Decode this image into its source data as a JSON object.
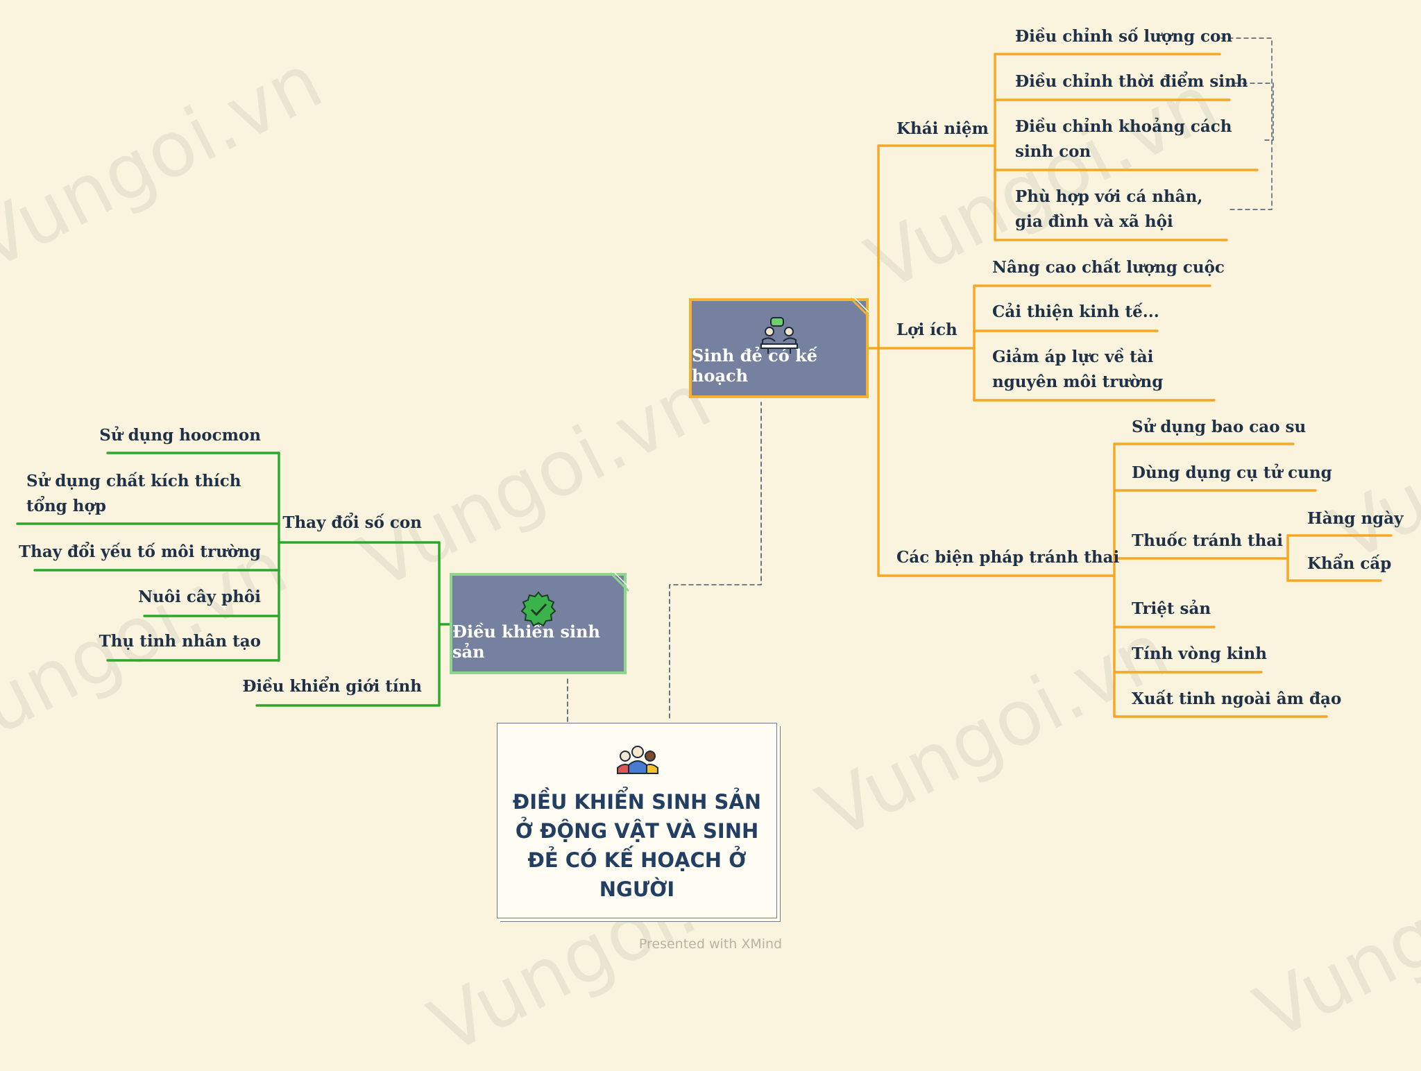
{
  "root": {
    "title": "ĐIỀU KHIỂN SINH SẢN Ở ĐỘNG VẬT VÀ SINH ĐẺ CÓ KẾ HOẠCH Ở NGƯỜI",
    "icon": "family-icon"
  },
  "left_topic": {
    "title": "Điều khiển sinh sản",
    "icon": "badge-check-icon",
    "color": "#2aa82a",
    "branches": [
      {
        "label": "Thay đổi số con",
        "children": [
          "Sử dụng hoocmon",
          "Sử dụng chất kích thích tổng hợp",
          "Thay đổi yếu tố môi trường",
          "Nuôi cây phôi",
          "Thụ tinh nhân tạo"
        ]
      },
      {
        "label": "Điều khiển giới tính",
        "children": []
      }
    ]
  },
  "right_topic": {
    "title": "Sinh đẻ có kế hoạch",
    "icon": "meeting-icon",
    "color": "#f5a623",
    "branches": [
      {
        "label": "Khái niệm",
        "children": [
          "Điều chỉnh số lượng con",
          "Điều chỉnh thời điểm sinh",
          "Điều chỉnh khoảng cách sinh con",
          "Phù hợp với cá nhân, gia đình và xã hội"
        ]
      },
      {
        "label": "Lợi ích",
        "children": [
          "Nâng cao chất lượng cuộc",
          "Cải thiện kinh tế...",
          "Giảm áp lực về tài nguyên môi trường"
        ]
      },
      {
        "label": "Các biện pháp tránh thai",
        "children": [
          "Sử dụng bao cao su",
          "Dùng dụng cụ tử cung",
          "Thuốc tránh thai",
          "Triệt sản",
          "Tính vòng kinh",
          "Xuất tinh ngoài âm đạo"
        ],
        "sub": {
          "parent": "Thuốc tránh thai",
          "children": [
            "Hàng ngày",
            "Khẩn cấp"
          ]
        }
      }
    ]
  },
  "watermark": "Vungoi.vn",
  "footer": "Presented with XMind",
  "colors": {
    "background": "#faf4de",
    "topic_fill": "#76819f",
    "text": "#1f3147",
    "root_text": "#223f63",
    "green": "#2aa82a",
    "orange": "#f5a623"
  }
}
